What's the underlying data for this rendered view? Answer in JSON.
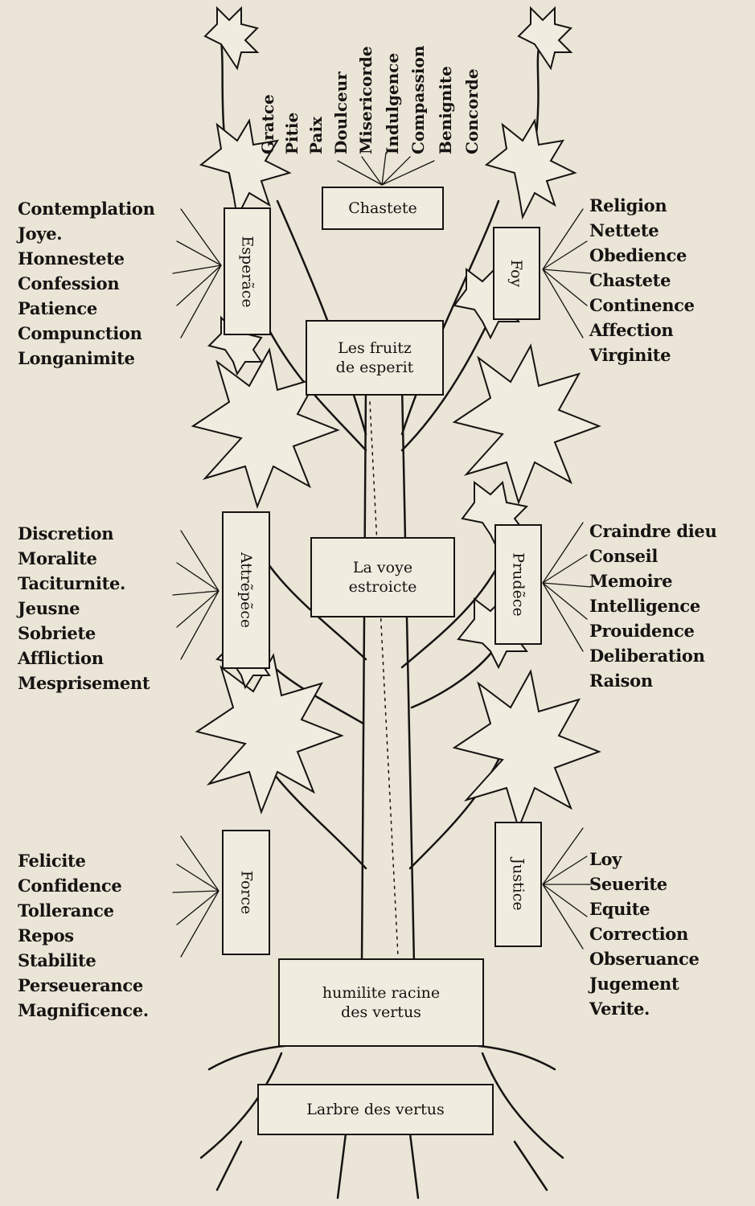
{
  "top_words": [
    "Gratce",
    "Pitie",
    "Paix",
    "Doulceur",
    "Misericorde",
    "Indulgence",
    "Compassion",
    "Benignite",
    "Concorde"
  ],
  "banners": {
    "chastete": "Chastete",
    "esperance": "Esperãce",
    "foy": "Foy",
    "fruitz_line1": "Les fruitz",
    "fruitz_line2": "de esperit",
    "attrempance": "Attrẽpẽce",
    "voye_line1": "La voye",
    "voye_line2": "estroicte",
    "prudence": "Prudẽce",
    "force": "Force",
    "justice": "Justice",
    "humilite_line1": "humilite racine",
    "humilite_line2": "des vertus",
    "arbre": "Larbre des vertus"
  },
  "left_top": [
    "Contemplation",
    "Joye.",
    "Honnestete",
    "Confession",
    "Patience",
    "Compunction",
    "Longanimite"
  ],
  "right_top": [
    "Religion",
    "Nettete",
    "Obedience",
    "Chastete",
    "Continence",
    "Affection",
    "Virginite"
  ],
  "left_middle": [
    "Discretion",
    "Moralite",
    "Taciturnite.",
    "Jeusne",
    "Sobriete",
    "Affliction",
    "Mesprisement"
  ],
  "right_middle": [
    "Craindre dieu",
    "Conseil",
    "Memoire",
    "Intelligence",
    "Prouidence",
    "Deliberation",
    "Raison"
  ],
  "left_bottom": [
    "Felicite",
    "Confidence",
    "Tollerance",
    "Repos",
    "Stabilite",
    "Perseuerance",
    "Magnificence."
  ],
  "right_bottom": [
    "Loy",
    "Seuerite",
    "Equite",
    "Correction",
    "Obseruance",
    "Jugement",
    "Verite."
  ]
}
